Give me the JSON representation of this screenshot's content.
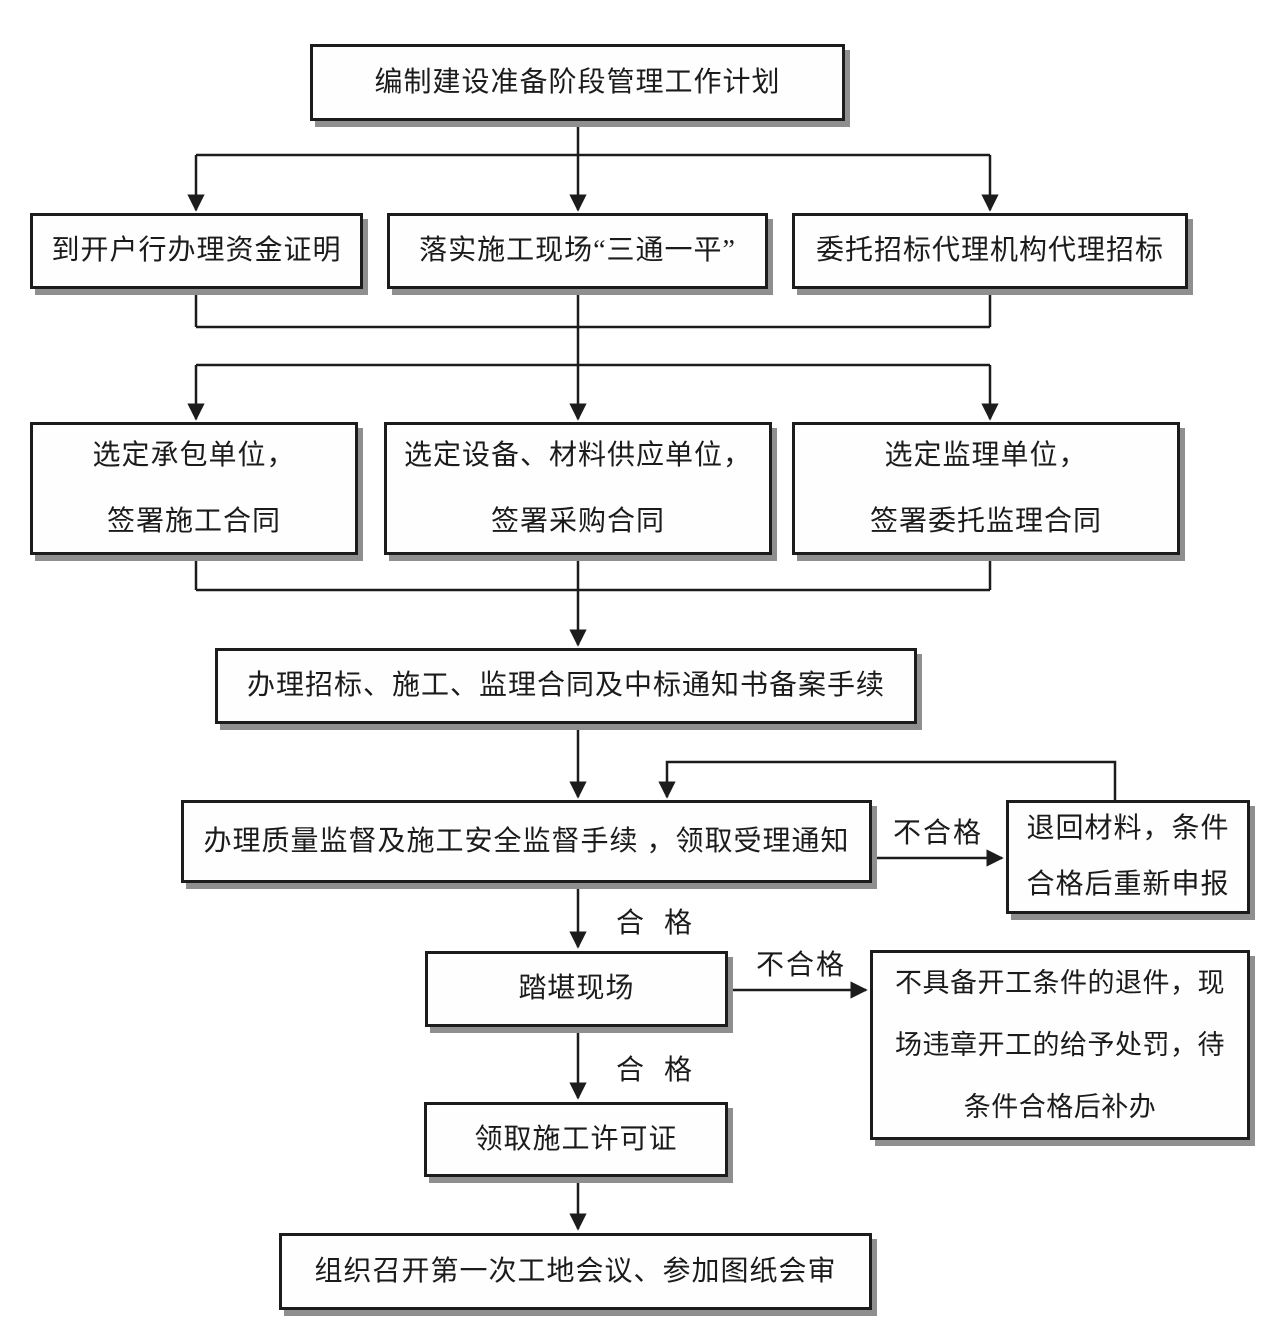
{
  "diagram": {
    "type": "flowchart",
    "background": "#ffffff",
    "box_border_color": "#1c1c1c",
    "box_shadow_color": "#8f8f8f",
    "line_color": "#1c1c1c",
    "nodes": {
      "plan": "编制建设准备阶段管理工作计划",
      "fund_certificate": "到开户行办理资金证明",
      "site_three_one": "落实施工现场“三通一平”",
      "bidding_agency": "委托招标代理机构代理招标",
      "contractor": "选定承包单位，\n签署施工合同",
      "supplier": "选定设备、材料供应单位，\n签署采购合同",
      "supervisor": "选定监理单位，\n签署委托监理合同",
      "filing": "办理招标、施工、监理合同及中标通知书备案手续",
      "quality_supervision": "办理质量监督及施工安全监督手续 ，领取受理通知",
      "return_materials": "退回材料，条件\n合格后重新申报",
      "site_inspection": "踏堪现场",
      "reject_handling": "不具备开工条件的退件，现\n场违章开工的给予处罚，待\n条件合格后补办",
      "construction_permit": "领取施工许可证",
      "first_meeting": "组织召开第一次工地会议、参加图纸会审"
    },
    "edge_labels": {
      "unqualified_quality": "不合格",
      "qualified_quality": "合  格",
      "unqualified_inspection": "不合格",
      "qualified_inspection": "合  格"
    }
  }
}
